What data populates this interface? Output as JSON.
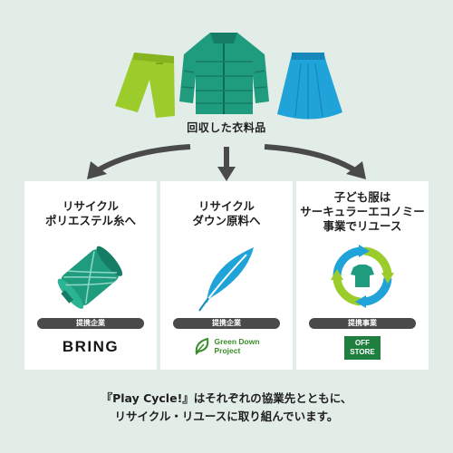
{
  "collected_label": "回収した衣料品",
  "cards": [
    {
      "title_line1": "リサイクル",
      "title_line2": "ポリエステル糸へ",
      "title_line3": "",
      "badge": "提携企業",
      "partner_logo": "BRING",
      "icon": "thread-spool-icon"
    },
    {
      "title_line1": "リサイクル",
      "title_line2": "ダウン原料へ",
      "title_line3": "",
      "badge": "提携企業",
      "partner_logo_line1": "Green Down",
      "partner_logo_line2": "Project",
      "icon": "feather-icon"
    },
    {
      "title_line1": "子ども服は",
      "title_line2": "サーキュラーエコノミー",
      "title_line3": "事業でリユース",
      "badge": "提携事業",
      "partner_logo_line1": "OFF",
      "partner_logo_line2": "STORE",
      "icon": "circular-reuse-icon"
    }
  ],
  "footer_line1": "『Play Cycle!』はそれぞれの協業先とともに、",
  "footer_line2": "リサイクル・リユースに取り組んでいます。",
  "colors": {
    "background": "#e3ede8",
    "lime": "#9ccc2c",
    "teal": "#1f9b7e",
    "sky": "#1fa3d8",
    "arrow": "#4a4a4a"
  }
}
